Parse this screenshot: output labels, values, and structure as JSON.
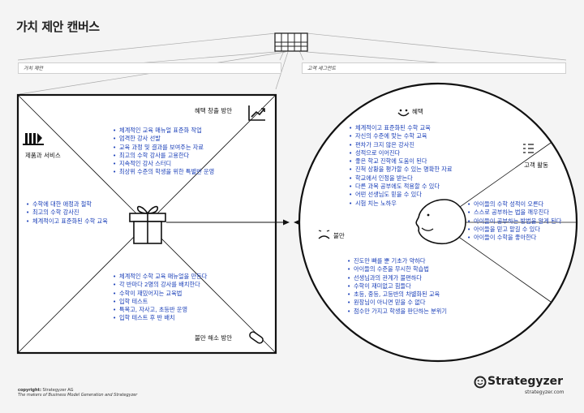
{
  "page": {
    "title": "가치 제안 캔버스"
  },
  "top_bars": {
    "left_label": "가치 제안",
    "right_label": "고객 세그먼트"
  },
  "square": {
    "gain_creators": {
      "title": "혜택 창출 방안",
      "items": [
        "체계적인 교육 매뉴얼 표준화 작업",
        "엄격한 강사 선발",
        "교육 과정 및 결과를 보여주는 자료",
        "최고의 수학 강사를 고용한다",
        "지속적인 강사 스터디",
        "최상위 수준의 학생을 위한 특별반 운영"
      ]
    },
    "products": {
      "title": "제품과 서비스",
      "items": [
        "수학에 대한 애정과 철학",
        "최고의 수학 강사진",
        "체계적이고 표준화된 수학 교육"
      ]
    },
    "pain_relievers": {
      "title": "불만 해소 방안",
      "items": [
        "체계적인 수학 교육 매뉴얼을 만든다",
        "각 반마다 2명의 강사를 배치한다",
        "수학이 재밌어지는 교육법",
        "입학 테스트",
        "특목고, 자사고, 초등반 운영",
        "입학 테스트 후 반 배치"
      ]
    }
  },
  "circle": {
    "gains": {
      "title": "혜택",
      "items": [
        "체계적이고 표준화된 수학 교육",
        "자신의 수준에 맞는 수학 교육",
        "편차가 크지 않은 강사진",
        "성적으로 이어진다",
        "좋은 학교 진학에 도움이 된다",
        "진척 상황을 평가할 수 있는 명확한 자료",
        "학교에서 인정을 받는다",
        "다른 과목 공부에도 적용할 수 있다",
        "어떤 선생님도 믿을 수 있다",
        "시험 치는 노하우"
      ]
    },
    "jobs": {
      "title": "고객 활동",
      "items": [
        "아이들의 수학 성적이 오른다",
        "스스로 공부하는 법을 깨우친다",
        "아이들이 공부하는 방법을 알게 된다",
        "아이들을 믿고 맡길 수 있다",
        "아이들이 수학을 좋아한다"
      ]
    },
    "pains": {
      "title": "불만",
      "items": [
        "진도만 빠를 뿐 기초가 약하다",
        "아이들의 수준을 무시한 학습법",
        "선생님과의 관계가 불편하다",
        "수학이 재미없고 힘들다",
        "초등, 중등, 고등반의 차별화된 교육",
        "원장님이 아니면 믿을 수 없다",
        "점수만 가지고 학생을 판단하는 분위기"
      ]
    }
  },
  "footer": {
    "copyright_bold": "copyright:",
    "copyright_rest": " Strategyzer AG",
    "tagline": "The makers of Business Model Generation and Strategyzer",
    "brand": "Strategyzer",
    "url": "strategyzer.com"
  }
}
